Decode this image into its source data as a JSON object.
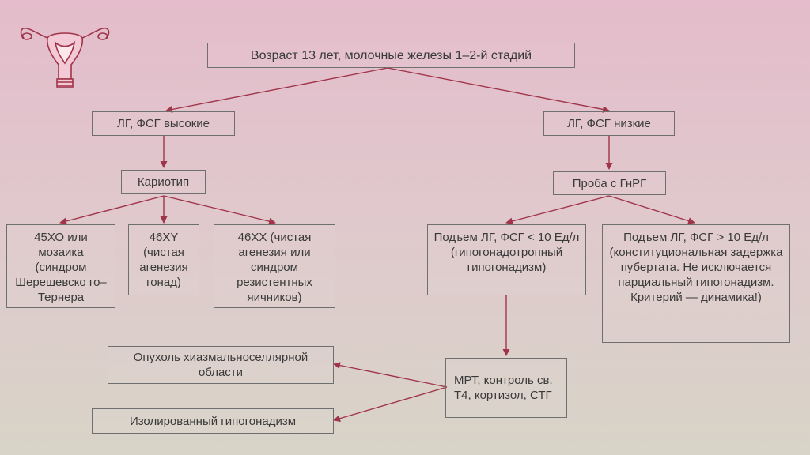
{
  "nodes": {
    "root": "Возраст 13 лет, молочные железы 1–2-й стадий",
    "high": "ЛГ, ФСГ высокие",
    "low": "ЛГ, ФСГ низкие",
    "karyotype": "Кариотип",
    "gnrh_test": "Проба с ГнРГ",
    "xo": "45ХО или мозаика (синдром Шерешевско го–Тернера",
    "xy": "46XY (чистая агенезия гонад)",
    "xx": "46ХХ (чистая агенезия или синдром резистентных яичников)",
    "rise_low": "Подъем ЛГ, ФСГ < 10 Ед/л (гипогонадотропный гипогонадизм)",
    "rise_high": "Подъем ЛГ, ФСГ > 10 Ед/л (конституциональная задержка пубертата. Не исключается парциальный гипогонадизм. Критерий — динамика!)",
    "mri": "МРТ, контроль св. Т4, кортизол, СТГ",
    "tumor": "Опухоль хиазмальноселлярной области",
    "isolated": "Изолированный гипогонадизм"
  },
  "colors": {
    "line": "#a0344a",
    "border": "#6f6f6f",
    "text": "#3a3a3a"
  },
  "icons": {
    "logo": "uterus-icon"
  }
}
